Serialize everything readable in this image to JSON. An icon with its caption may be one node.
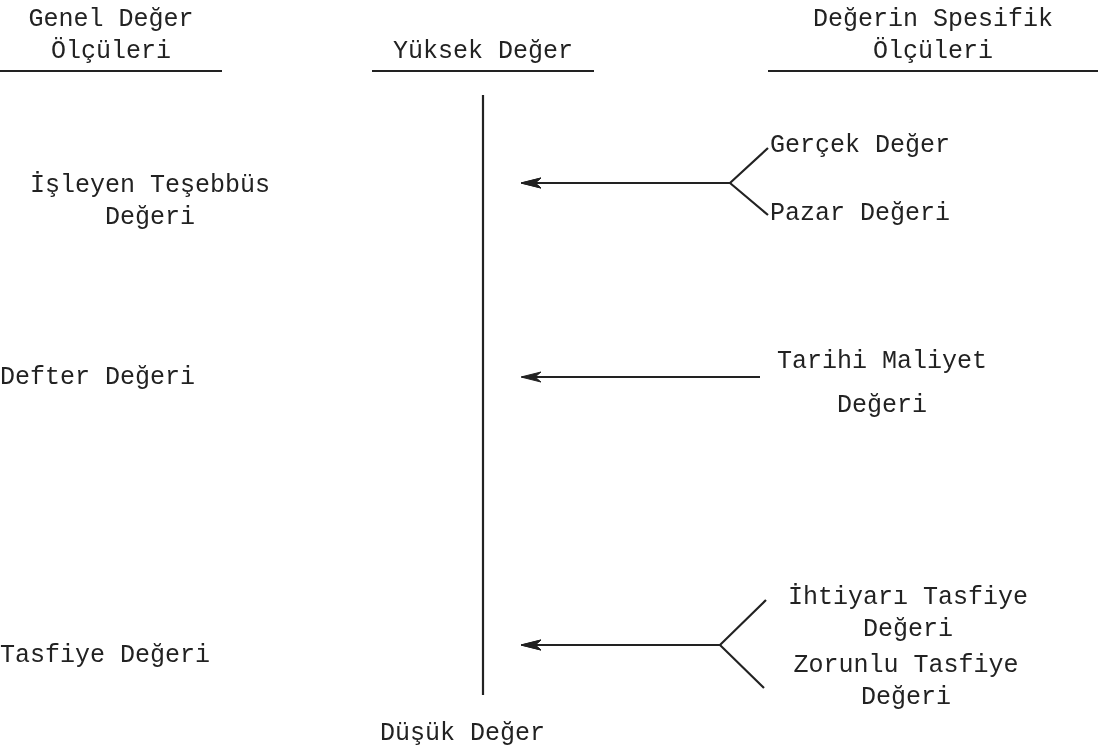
{
  "diagram": {
    "nodes": [
      {
        "text": [
          "Gerçek Değer"
        ]
      },
      {
        "text": [
          "Pazar Değeri"
        ]
      },
      {
        "text": [
          "Tarihi Maliyet Değeri"
        ]
      },
      {
        "text": [
          "İhtiyarı Tasfiye Değeri"
        ]
      },
      {
        "text": [
          "Zorunlu Tasfiye Değeri"
        ]
      }
    ],
    "edges": [
      {
        "from": 0,
        "to": null,
        "arrow": "to"
      },
      {
        "from": 1,
        "to": null,
        "arrow": "to"
      },
      {
        "from": 2,
        "to": null,
        "arrow": "to"
      },
      {
        "from": 3,
        "to": null,
        "arrow": "to"
      },
      {
        "from": 4,
        "to": null,
        "arrow": "to"
      }
    ],
    "labels": [
      "Genel Değer Ölçüleri",
      "Yüksek Değer",
      "Değerin Spesifik Ölçüleri",
      "İşleyen Teşebbüs Değeri",
      "Defter Değeri",
      "Tasfiye Değeri",
      "Düşük Değer"
    ]
  }
}
